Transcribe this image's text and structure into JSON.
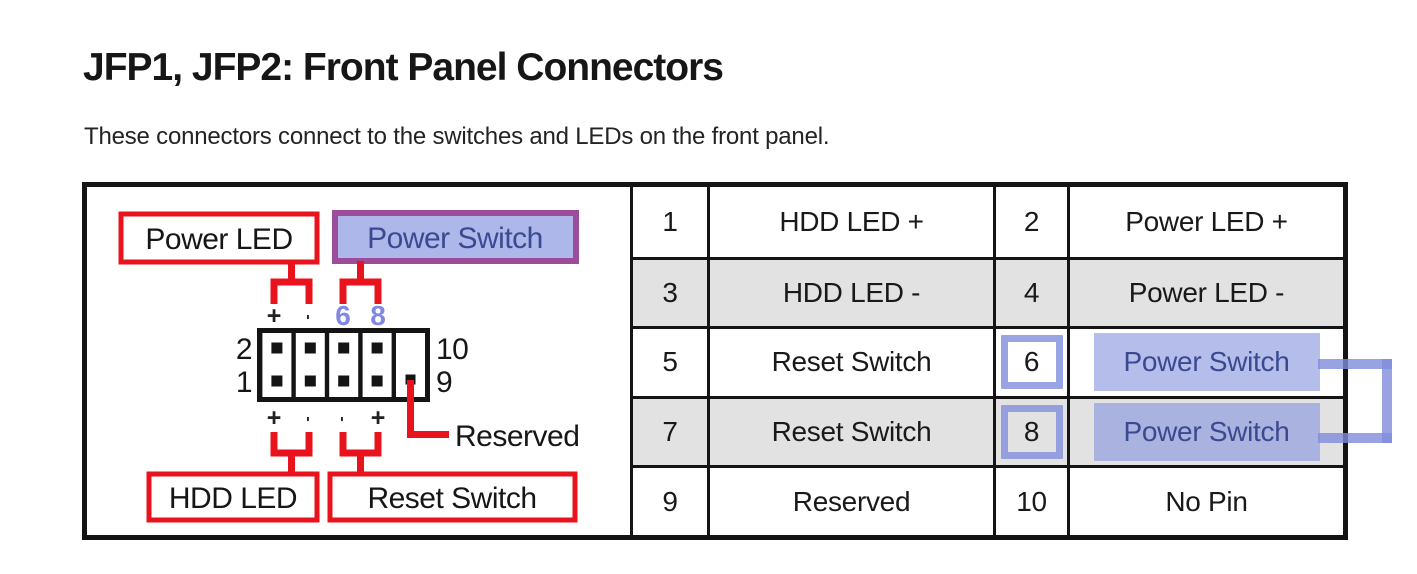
{
  "page": {
    "title": "JFP1, JFP2: Front Panel Connectors",
    "subtitle": "These connectors connect to the switches and LEDs on the front panel."
  },
  "colors": {
    "annotation_red": "#e8131c",
    "purple_border": "#9b4d9b",
    "periwinkle_fill": "#aeb7ea",
    "highlight_text_blue": "#3b4a90",
    "row_shade_gray": "#e2e2e2",
    "black_line": "#141414"
  },
  "diagram": {
    "labels": {
      "power_led": "Power LED",
      "power_switch": "Power Switch",
      "hdd_led": "HDD LED",
      "reset_switch": "Reset Switch",
      "reserved": "Reserved"
    },
    "header": {
      "corner_pins": {
        "top_left": "2",
        "bottom_left": "1",
        "top_right": "10",
        "bottom_right": "9"
      },
      "top_marks": [
        "+",
        "-",
        "6",
        "8"
      ],
      "bottom_marks": [
        "+",
        "-",
        "-",
        "+"
      ]
    }
  },
  "pin_table": {
    "rows": [
      {
        "pin_a": "1",
        "signal_a": "HDD LED +",
        "pin_b": "2",
        "signal_b": "Power LED +"
      },
      {
        "pin_a": "3",
        "signal_a": "HDD LED -",
        "pin_b": "4",
        "signal_b": "Power LED -"
      },
      {
        "pin_a": "5",
        "signal_a": "Reset Switch",
        "pin_b": "6",
        "signal_b": "Power Switch"
      },
      {
        "pin_a": "7",
        "signal_a": "Reset Switch",
        "pin_b": "8",
        "signal_b": "Power Switch"
      },
      {
        "pin_a": "9",
        "signal_a": "Reserved",
        "pin_b": "10",
        "signal_b": "No Pin"
      }
    ]
  }
}
